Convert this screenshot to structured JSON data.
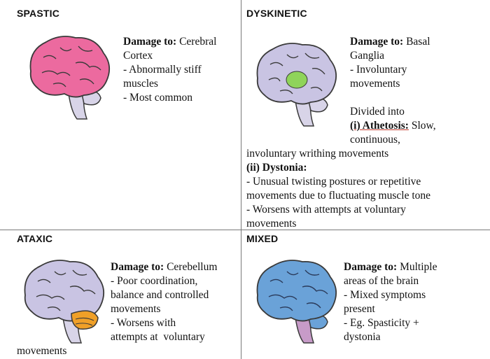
{
  "colors": {
    "spastic_brain": "#ec6a9f",
    "dyskinetic_brain": "#c9c4e3",
    "basal_ganglia": "#8fd45a",
    "ataxic_brain": "#c9c4e3",
    "cerebellum_highlight": "#f0a028",
    "mixed_brain": "#6aa2d8",
    "mixed_stem": "#c79bc8",
    "stem": "#d8d4e8",
    "outline": "#3a3a3a"
  },
  "icons": [
    "brain-icon"
  ],
  "spastic": {
    "heading": "SPASTIC",
    "damage_label": "Damage to:",
    "damage_value": " Cerebral",
    "lines": [
      "Cortex",
      "- Abnormally stiff",
      "muscles",
      "- Most common"
    ]
  },
  "dyskinetic": {
    "heading": "DYSKINETIC",
    "damage_label": "Damage to:",
    "damage_value": " Basal",
    "lines_a": [
      "Ganglia",
      "- Involuntary",
      "movements"
    ],
    "divided": "Divided into",
    "athetosis_label": "(i) Athetosis:",
    "athetosis_text": " Slow,",
    "athetosis_cont": [
      "continuous,"
    ],
    "writhing": "involuntary writhing movements",
    "dystonia_label": "(ii) Dystonia:",
    "dystonia_lines": [
      "- Unusual twisting postures or repetitive",
      "movements due to fluctuating muscle tone",
      "- Worsens with attempts at voluntary",
      "movements"
    ]
  },
  "ataxic": {
    "heading": "ATAXIC",
    "damage_label": "Damage to:",
    "damage_value": " Cerebellum",
    "lines": [
      "- Poor coordination,",
      "balance and controlled",
      "movements",
      "- Worsens with",
      "attempts at  voluntary"
    ],
    "last_line": "movements"
  },
  "mixed": {
    "heading": "MIXED",
    "damage_label": "Damage to:",
    "damage_value": " Multiple",
    "lines": [
      "areas of the brain",
      "- Mixed symptoms",
      "present",
      "- Eg. Spasticity +",
      "dystonia"
    ]
  }
}
